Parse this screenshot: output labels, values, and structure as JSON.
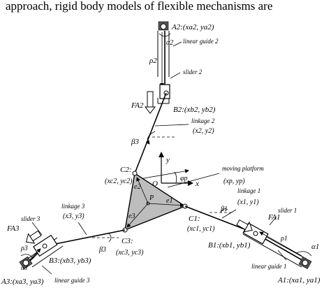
{
  "header_text": "approach, rigid body models of flexible mechanisms are",
  "labels": {
    "A2": "A2:(xa2, ya2)",
    "alpha2": "α2",
    "linear_guide_2": "linear guide 2",
    "rho2": "ρ2",
    "slider_2": "slider 2",
    "FA2": "FA2",
    "B2": "B2:(xb2, yb2)",
    "linkage_2": "linkage 2",
    "linkage_2_coords": "(x2, y2)",
    "beta3": "β3",
    "C2": "C2:",
    "C2_coords": "(xc2, yc2)",
    "y_axis": "y",
    "x_axis": "x",
    "origin": "O",
    "phi_p": "φp",
    "moving_platform": "moving platform",
    "moving_platform_coords": "(xp, yp)",
    "e1": "e1",
    "e2": "e2",
    "e3": "e3",
    "P": "P",
    "linkage_1": "linkage 1",
    "linkage_1_coords": "(x1, y1)",
    "beta1": "β1",
    "C1": "C1:",
    "C1_coords": "(xc1, yc1)",
    "linkage_3": "linkage 3",
    "linkage_3_coords": "(x3, y3)",
    "C3": "C3:",
    "C3_coords": "(xc3, yc3)",
    "beta3_lower": "β3",
    "slider_3": "slider 3",
    "FA3": "FA3",
    "rho3": "ρ3",
    "B3": "B3:(xb3, yb3)",
    "alpha3": "α3",
    "A3": "A3:(xa3, ya3)",
    "linear_guide_3": "linear guide 3",
    "slider_1": "slider 1",
    "FA1": "FA1",
    "B1": "B1:(xb1, yb1)",
    "rho1": "ρ1",
    "alpha1": "α1",
    "linear_guide_1": "linear guide 1",
    "A1": "A1:(xa1, ya1)"
  }
}
